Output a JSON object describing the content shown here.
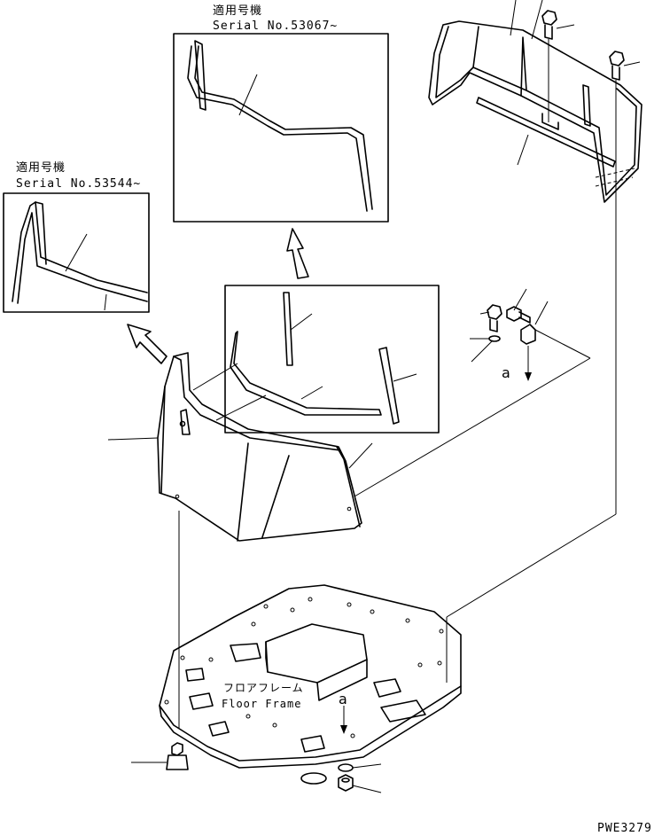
{
  "labels": {
    "serial_prefix_jp": "適用号機",
    "serial_a": "Serial No.53067~",
    "serial_b": "Serial No.53544~",
    "floor_frame_jp": "フロアフレーム",
    "floor_frame_en": "Floor Frame",
    "marker_a": "a",
    "drawing_code": "PWE3279"
  }
}
